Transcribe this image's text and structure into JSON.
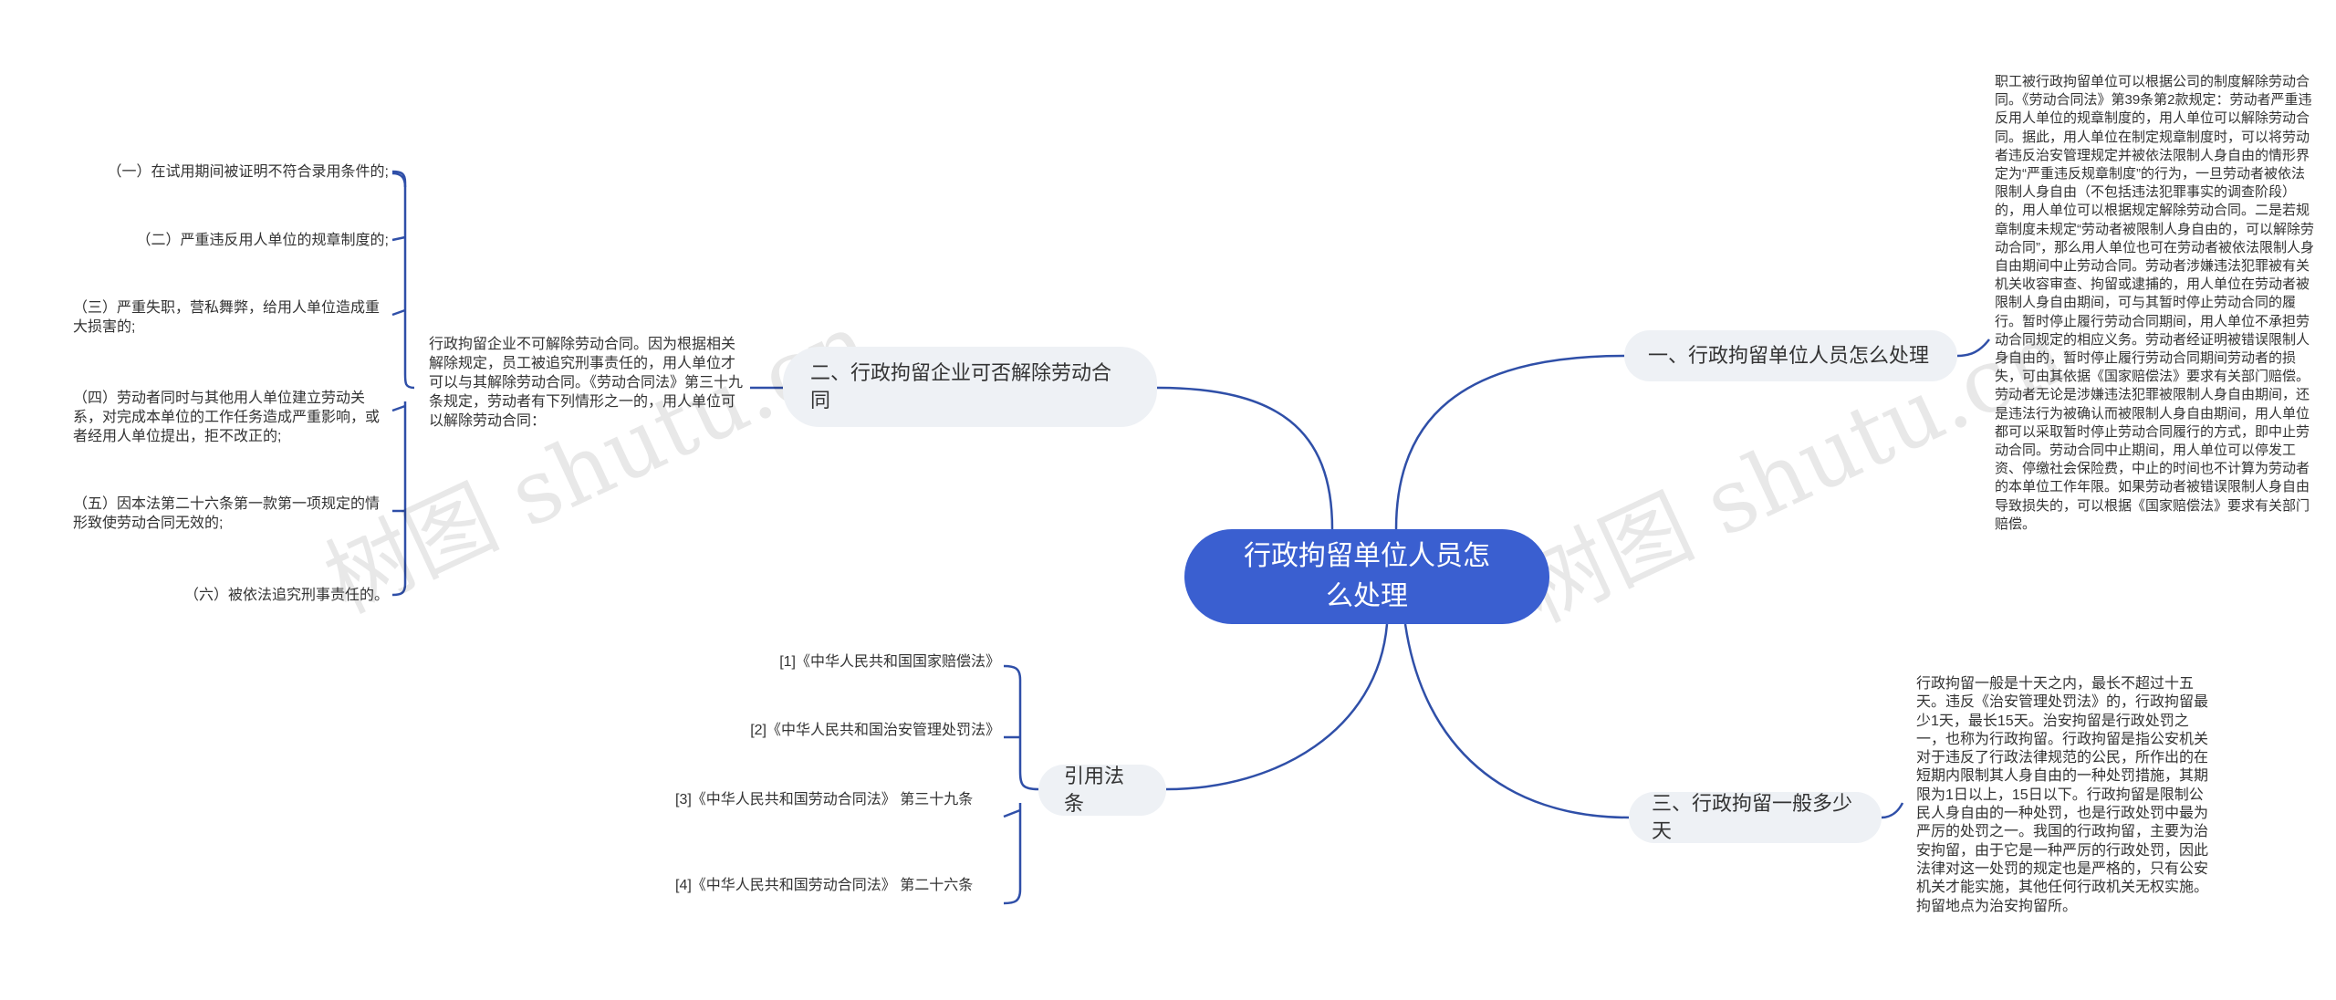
{
  "root": {
    "title": "行政拘留单位人员怎么处理"
  },
  "branches": {
    "b1": {
      "label": "一、行政拘留单位人员怎么处理",
      "note": "职工被行政拘留单位可以根据公司的制度解除劳动合同。《劳动合同法》第39条第2款规定：劳动者严重违反用人单位的规章制度的，用人单位可以解除劳动合同。据此，用人单位在制定规章制度时，可以将劳动者违反治安管理规定并被依法限制人身自由的情形界定为“严重违反规章制度”的行为，一旦劳动者被依法限制人身自由（不包括违法犯罪事实的调查阶段）的，用人单位可以根据规定解除劳动合同。二是若规章制度未规定“劳动者被限制人身自由的，可以解除劳动合同”，那么用人单位也可在劳动者被依法限制人身自由期间中止劳动合同。劳动者涉嫌违法犯罪被有关机关收容审查、拘留或逮捕的，用人单位在劳动者被限制人身自由期间，可与其暂时停止劳动合同的履行。暂时停止履行劳动合同期间，用人单位不承担劳动合同规定的相应义务。劳动者经证明被错误限制人身自由的，暂时停止履行劳动合同期间劳动者的损失，可由其依据《国家赔偿法》要求有关部门赔偿。劳动者无论是涉嫌违法犯罪被限制人身自由期间，还是违法行为被确认而被限制人身自由期间，用人单位都可以采取暂时停止劳动合同履行的方式，即中止劳动合同。劳动合同中止期间，用人单位可以停发工资、停缴社会保险费，中止的时间也不计算为劳动者的本单位工作年限。如果劳动者被错误限制人身自由导致损失的，可以根据《国家赔偿法》要求有关部门赔偿。"
    },
    "b2": {
      "label": "二、行政拘留企业可否解除劳动合同",
      "note": "行政拘留企业不可解除劳动合同。因为根据相关解除规定，员工被追究刑事责任的，用人单位才可以与其解除劳动合同。《劳动合同法》第三十九条规定，劳动者有下列情形之一的，用人单位可以解除劳动合同：",
      "items": [
        "（一）在试用期间被证明不符合录用条件的;",
        "（二）严重违反用人单位的规章制度的;",
        "（三）严重失职，营私舞弊，给用人单位造成重大损害的;",
        "（四）劳动者同时与其他用人单位建立劳动关系，对完成本单位的工作任务造成严重影响，或者经用人单位提出，拒不改正的;",
        "（五）因本法第二十六条第一款第一项规定的情形致使劳动合同无效的;",
        "（六）被依法追究刑事责任的。"
      ]
    },
    "b3": {
      "label": "三、行政拘留一般多少天",
      "note": "行政拘留一般是十天之内，最长不超过十五天。违反《治安管理处罚法》的，行政拘留最少1天，最长15天。治安拘留是行政处罚之一，也称为行政拘留。行政拘留是指公安机关对于违反了行政法律规范的公民，所作出的在短期内限制其人身自由的一种处罚措施，其期限为1日以上，15日以下。行政拘留是限制公民人身自由的一种处罚，也是行政处罚中最为严厉的处罚之一。我国的行政拘留，主要为治安拘留，由于它是一种严厉的行政处罚，因此法律对这一处罚的规定也是严格的，只有公安机关才能实施，其他任何行政机关无权实施。拘留地点为治安拘留所。"
    },
    "b4": {
      "label": "引用法条",
      "items": [
        "[1]《中华人民共和国国家赔偿法》",
        "[2]《中华人民共和国治安管理处罚法》",
        "[3]《中华人民共和国劳动合同法》 第三十九条",
        "[4]《中华人民共和国劳动合同法》 第二十六条"
      ]
    }
  },
  "watermarks": [
    "树图 shutu.cn",
    "树图 shutu.cn"
  ],
  "colors": {
    "root_bg": "#3a5fd0",
    "link": "#2f4fa8",
    "branch_bg": "#eef1f5",
    "text": "#333333"
  }
}
